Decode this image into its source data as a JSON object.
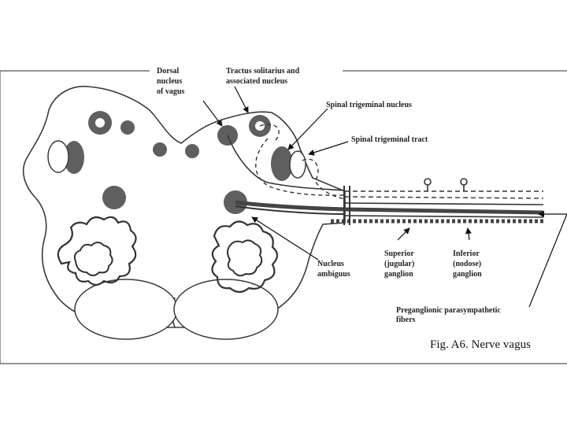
{
  "figure": {
    "caption": "Fig. A6.  Nerve vagus",
    "labels": {
      "dorsal_nucleus": [
        "Dorsal",
        "nucleus",
        "of vagus"
      ],
      "tractus_solitarius": [
        "Tractus solitarius and",
        "associated nucleus"
      ],
      "spinal_trigeminal_nucleus": [
        "Spinal trigeminal nucleus"
      ],
      "spinal_trigeminal_tract": [
        "Spinal trigeminal tract"
      ],
      "nucleus_ambiguus": [
        "Nucleus",
        "ambiguus"
      ],
      "superior_ganglion": [
        "Superior",
        "(jugular)",
        "ganglion"
      ],
      "inferior_ganglion": [
        "Inferior",
        "(nodose)",
        "ganglion"
      ],
      "preganglionic_fibers": [
        "Preganglionic parasympathetic",
        "fibers"
      ]
    },
    "colors": {
      "nucleus_fill": "#5f5f5f",
      "outline": "#3a3a3a",
      "caption_bg": "#ffffff"
    }
  }
}
